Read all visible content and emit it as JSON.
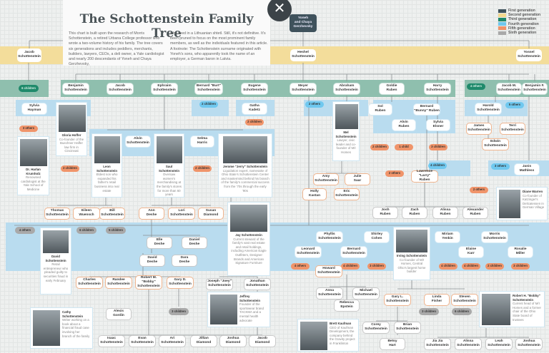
{
  "title": "The Schottenstein Family Tree",
  "intro": [
    "This chart is built upon the research of Morris Schottenstein, a retired Urbana College professor who wrote a two-volume history of his family. The tree covers six generations and includes peddlers, merchants, builders, lawyers, CEOs, a deli owner, a Yale cardiologist and nearly 200 descendants of Yoneh and Chaya Gerzhevsky,",
    "who lived in a Lithuanian shtetl. Still, it's not definitive. It's been pruned to focus on the most prominent family members, as well as the individuals featured in this article. A footnote: The Schottenstein surname originated with Yoneh's sons, who apparently took the name of an employer, a German baron in Latvia."
  ],
  "close_icon": "close-icon",
  "legend": [
    {
      "label": "First generation",
      "color": "#3f525c"
    },
    {
      "label": "Second generation",
      "color": "#f3d98e"
    },
    {
      "label": "Third generation",
      "color": "#1f8a6b"
    },
    {
      "label": "Fourth generation",
      "color": "#6fc8ef"
    },
    {
      "label": "Fifth generation",
      "color": "#f0946a"
    },
    {
      "label": "Sixth generation",
      "color": "#a9a9a9"
    }
  ],
  "nodes": [
    {
      "name": "Yoneh\nand Chaya\nGerzhevsky",
      "kind": "gen1"
    },
    {
      "name": "Jacob\nSchottenstein",
      "kind": "gen2"
    },
    {
      "name": "Heshel\nSchottenstein",
      "kind": "gen2"
    },
    {
      "name": "Yossel\nSchottenstein",
      "kind": "gen2"
    },
    {
      "name": "6 children",
      "kind": "pill-green"
    },
    {
      "name": "Benjamin\nSchottenstein",
      "kind": "gen3"
    },
    {
      "name": "Jacob\nSchottenstein",
      "kind": "gen3"
    },
    {
      "name": "Ephraim\nSchottenstein",
      "kind": "gen3"
    },
    {
      "name": "Bernard \"Burt\"\nSchottenstein",
      "kind": "gen3"
    },
    {
      "name": "Eugene\nSchottenstein",
      "kind": "gen3"
    },
    {
      "name": "Meyer\nSchottenstein",
      "kind": "gen3"
    },
    {
      "name": "Abraham\nSchottenstein",
      "kind": "gen3"
    },
    {
      "name": "Goldie\nRuben",
      "kind": "gen3"
    },
    {
      "name": "Harry\nSchottenstein",
      "kind": "gen3"
    },
    {
      "name": "4 others",
      "kind": "pill-green"
    },
    {
      "name": "Jacob M.\nSchottenstein",
      "kind": "gen3"
    },
    {
      "name": "Benjamin F.\nSchottenstein",
      "kind": "gen3"
    },
    {
      "name": "Sylvia\nHayman",
      "kind": "gen4"
    },
    {
      "name": "3 others",
      "kind": "pill-orange"
    },
    {
      "name": "2 children",
      "kind": "pill-orange"
    },
    {
      "name": "2 children",
      "kind": "pill-blue"
    },
    {
      "name": "Gatha\nKadetz",
      "kind": "gen4"
    },
    {
      "name": "2 children",
      "kind": "pill-orange"
    },
    {
      "name": "2 others",
      "kind": "pill-blue"
    },
    {
      "name": "Sol\nRuben",
      "kind": "gen4"
    },
    {
      "name": "Bernard\n\"Bunny\" Ruben",
      "kind": "gen4"
    },
    {
      "name": "Alvin\nRuben",
      "kind": "gen4"
    },
    {
      "name": "Sylvia\nElsner",
      "kind": "gen4"
    },
    {
      "name": "2 children",
      "kind": "pill-orange"
    },
    {
      "name": "1 child",
      "kind": "pill-orange"
    },
    {
      "name": "3 children",
      "kind": "pill-orange"
    },
    {
      "name": "Harold\nSchottenstein",
      "kind": "gen4"
    },
    {
      "name": "5 others",
      "kind": "pill-blue"
    },
    {
      "name": "James\nSchottenstein",
      "kind": "gen5"
    },
    {
      "name": "Terri\nSchottenstein",
      "kind": "gen5"
    },
    {
      "name": "Edwin\nSchottenstein",
      "kind": "gen5"
    },
    {
      "name": "4 children",
      "kind": "pill-blue"
    },
    {
      "name": "3 others",
      "kind": "pill-blue"
    },
    {
      "name": "Janis\nMathless",
      "kind": "gen4"
    },
    {
      "name": "2 others",
      "kind": "pill-orange"
    },
    {
      "name": "Alvin\nSchottenstein",
      "kind": "gen4"
    },
    {
      "name": "Selma\nHarris",
      "kind": "gen4"
    },
    {
      "name": "2 children",
      "kind": "pill-orange"
    },
    {
      "name": "Thomas\nSchottenstein",
      "kind": "gen5"
    },
    {
      "name": "Eileen Wuensch",
      "kind": "gen5"
    },
    {
      "name": "Bill\nSchottenstein",
      "kind": "gen5"
    },
    {
      "name": "4 others",
      "kind": "pill-gray"
    },
    {
      "name": "6 children",
      "kind": "pill-gray"
    },
    {
      "name": "5 children",
      "kind": "pill-gray"
    },
    {
      "name": "Ann\nDeshe",
      "kind": "gen5"
    },
    {
      "name": "Lori\nSchottenstein",
      "kind": "gen5"
    },
    {
      "name": "Susan\nDiamond",
      "kind": "gen5"
    },
    {
      "name": "Elle\nDeshe",
      "kind": "gen6"
    },
    {
      "name": "Daniel\nDeshe",
      "kind": "gen6"
    },
    {
      "name": "David\nDeshe",
      "kind": "gen6"
    },
    {
      "name": "Dara\nDeshe",
      "kind": "gen6"
    },
    {
      "name": "Charles\nSchottenstein",
      "kind": "gen5"
    },
    {
      "name": "Randee\nSchottenstein",
      "kind": "gen5"
    },
    {
      "name": "Robert M.\n\"Bobby\"\nSchottenstein",
      "kind": "gen5"
    },
    {
      "name": "Gary D.\nSchottenstein",
      "kind": "gen5"
    },
    {
      "name": "Alexis\nGordin",
      "kind": "gen6"
    },
    {
      "name": "3 children",
      "kind": "pill-gray"
    },
    {
      "name": "Isaac\nSchottenstein",
      "kind": "gen6"
    },
    {
      "name": "Evan\nSchottenstein",
      "kind": "gen6"
    },
    {
      "name": "Ari\nSchottenstein",
      "kind": "gen6"
    },
    {
      "name": "Jillian\nDiamond",
      "kind": "gen6"
    },
    {
      "name": "Joshua\nDiamond",
      "kind": "gen6"
    },
    {
      "name": "Jacob\nDiamond",
      "kind": "gen6"
    },
    {
      "name": "Joseph \"Joey\"\nSchottenstein",
      "kind": "gen6"
    },
    {
      "name": "Jonathan\nSchottenstein",
      "kind": "gen6"
    },
    {
      "name": "Amy\nSchottenstein",
      "kind": "gen5"
    },
    {
      "name": "Julie\nSaar",
      "kind": "gen5"
    },
    {
      "name": "Holly\nKastan",
      "kind": "gen5"
    },
    {
      "name": "Eric\nSchottenstein",
      "kind": "gen5"
    },
    {
      "name": "2 others",
      "kind": "pill-orange"
    },
    {
      "name": "Lawrence \"Larry\"\nRuben",
      "kind": "gen5"
    },
    {
      "name": "Josh\nRuben",
      "kind": "gen6"
    },
    {
      "name": "Zach\nRuben",
      "kind": "gen6"
    },
    {
      "name": "Alissa\nRuben",
      "kind": "gen6"
    },
    {
      "name": "Alexander\nRuben",
      "kind": "gen6"
    },
    {
      "name": "Phyllis\nSchottenstein",
      "kind": "gen4"
    },
    {
      "name": "Shirley\nCohen",
      "kind": "gen4"
    },
    {
      "name": "Miriam\nYenkin",
      "kind": "gen4"
    },
    {
      "name": "Morris\nSchottenstein",
      "kind": "gen4"
    },
    {
      "name": "Leonard\nSchottenstein",
      "kind": "gen4"
    },
    {
      "name": "Bernard\nSchottenstein",
      "kind": "gen4"
    },
    {
      "name": "Elaine\nKarr",
      "kind": "gen4"
    },
    {
      "name": "Rosalie\nMiller",
      "kind": "gen4"
    },
    {
      "name": "4 others",
      "kind": "pill-orange"
    },
    {
      "name": "4 children",
      "kind": "pill-orange"
    },
    {
      "name": "3 children",
      "kind": "pill-orange"
    },
    {
      "name": "4 children",
      "kind": "pill-orange"
    },
    {
      "name": "4 children",
      "kind": "pill-orange"
    },
    {
      "name": "2 children",
      "kind": "pill-orange"
    },
    {
      "name": "3 children",
      "kind": "pill-orange"
    },
    {
      "name": "Howard\nSchottenstein",
      "kind": "gen5"
    },
    {
      "name": "Anna\nSchottenstein",
      "kind": "gen6"
    },
    {
      "name": "Rebecca\nEpstein",
      "kind": "gen6"
    },
    {
      "name": "Michael\nSchottenstein",
      "kind": "gen6"
    },
    {
      "name": "Gary L.\nSchottenstein",
      "kind": "gen5"
    },
    {
      "name": "Linda\nFisher",
      "kind": "gen5"
    },
    {
      "name": "Steven\nSchottenstein",
      "kind": "gen5"
    },
    {
      "name": "3 children",
      "kind": "pill-gray"
    },
    {
      "name": "6 children",
      "kind": "pill-gray"
    },
    {
      "name": "Corey\nSchottenstein",
      "kind": "gen6"
    },
    {
      "name": "Brian\nSchottenstein",
      "kind": "gen6"
    },
    {
      "name": "Betsy\nHart",
      "kind": "gen6"
    },
    {
      "name": "Jia Jia\nSchottenstein",
      "kind": "gen6"
    },
    {
      "name": "Alissa\nSchottenstein",
      "kind": "gen6"
    },
    {
      "name": "Leah\nSchottenstein",
      "kind": "gen6"
    },
    {
      "name": "Joshua\nSchottenstein",
      "kind": "gen6"
    }
  ],
  "cards": [
    {
      "name": "Gloria Hoffer",
      "desc": "Co-founder of the Buechner Haffer law firm in Cincinnati"
    },
    {
      "name": "Dr. Harlan Krumholz",
      "desc": "Renowned cardiologist at the Yale School of Medicine"
    },
    {
      "name": "Mel Schottenstein",
      "desc": "Lawyer, civic leader and co-founder of M/I Homes"
    },
    {
      "name": "Leon Schottenstein",
      "desc": "Eldest son who expanded his father's retail business into real estate"
    },
    {
      "name": "Saul Schottenstein",
      "desc": "Oversaw women's merchandising at the family's stores for more than 60 years"
    },
    {
      "name": "Jerome \"Jerry\" Schottenstein",
      "desc": "Liquidation expert, namesake of Ohio State's Schottenstein Center and mastermind behind his branch of the family's commercial success from the '70s through the early '90s"
    },
    {
      "name": "Jay Schottenstein",
      "desc": "Current steward of the family's vast real estate and retail holdings, including American Eagle Outfitters, Designer Brands and American Signature Furniture"
    },
    {
      "name": "David Schottenstein",
      "desc": "Retail entrepreneur who pleaded guilty to securities fraud in early February"
    },
    {
      "name": "Diane Warren",
      "desc": "Co-founder of Katzinger's Delicatessen in German Village"
    },
    {
      "name": "Irving Schottenstein",
      "desc": "Co-founder of M/I Homes, Central Ohio's largest home builder"
    },
    {
      "name": "Cathy Schottenstein",
      "desc": "Writer working on a book about a financial fraud case involving her branch of the family"
    },
    {
      "name": "Jeffrey Schottenstein",
      "desc": "Founder of the sportswear brand TACKMA and a mental health advocate"
    },
    {
      "name": "Brett Kaufman",
      "desc": "CEO of Kaufman Development, the company behind the Gravity project in Franklinton"
    },
    {
      "name": "Robert H. \"Bobby\" Schottenstein",
      "desc": "Current head of M/I Homes and a former chair of the Ohio State board of trustees"
    }
  ]
}
